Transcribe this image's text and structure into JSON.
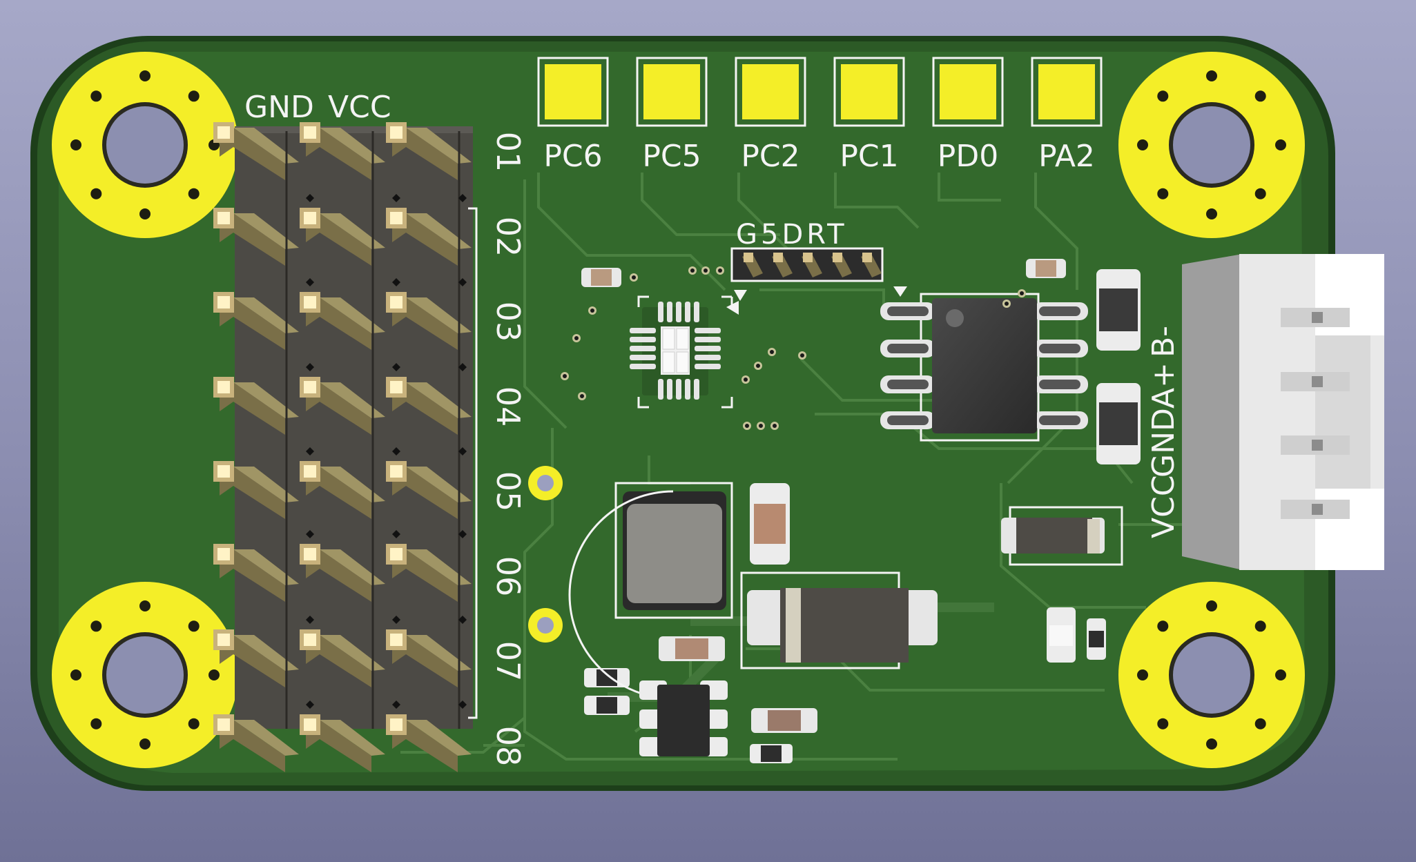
{
  "silkscreen": {
    "header_top_labels": [
      "GND",
      "VCC"
    ],
    "pin_numbers": [
      "01",
      "02",
      "03",
      "04",
      "05",
      "06",
      "07",
      "08"
    ],
    "test_pads": [
      "PC6",
      "PC5",
      "PC2",
      "PC1",
      "PD0",
      "PA2"
    ],
    "prog_header": "G5DRT",
    "connector_labels": [
      "VCC",
      "GND",
      "A+",
      "B-"
    ]
  },
  "colors": {
    "board": "#2c5a26",
    "board_edge": "#1d3f1a",
    "copper_pour": "#3a6d32",
    "trace": "#4b8141",
    "pad_gold": "#f4ee28",
    "silkscreen": "#f4f4f4",
    "pin_header_body": "#4c4a45",
    "connector_body": "#e9e9e9"
  },
  "icons": [
    "mounting-hole",
    "pin-header",
    "qfn-chip",
    "soic-chip",
    "inductor",
    "diode",
    "jst-connector"
  ]
}
